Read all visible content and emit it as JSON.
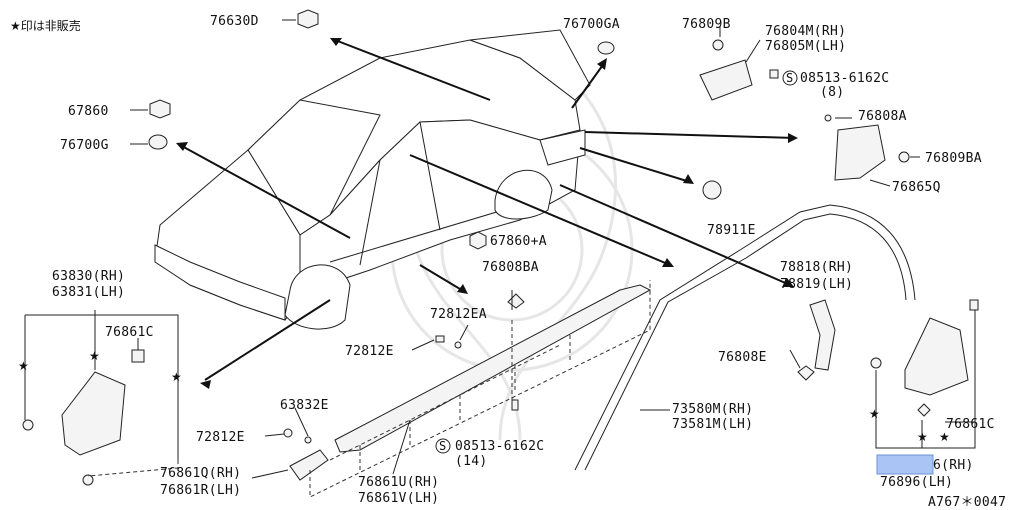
{
  "note": "★印は非販売",
  "drawing_no": "A767＊0047",
  "parts": {
    "p76630D": "76630D",
    "p76700GA": "76700GA",
    "p76809B": "76809B",
    "p76804M": "76804M(RH)",
    "p76805M": "76805M(LH)",
    "p08513_8": "08513-6162C",
    "p08513_8q": "(8)",
    "p67860": "67860",
    "p76700G": "76700G",
    "p76808A": "76808A",
    "p76809BA": "76809BA",
    "p76865Q": "76865Q",
    "p78911E": "78911E",
    "p67860A": "67860+A",
    "p63830": "63830(RH)",
    "p63831": "63831(LH)",
    "p76861C_l": "76861C",
    "p76808BA": "76808BA",
    "p78818": "78818(RH)",
    "p78819": "78819(LH)",
    "p72812EA": "72812EA",
    "p72812E_a": "72812E",
    "p76808E": "76808E",
    "p73580M": "73580M(RH)",
    "p73581M": "73581M(LH)",
    "p63832E": "63832E",
    "p72812E_b": "72812E",
    "p08513_14": "08513-6162C",
    "p08513_14q": "(14)",
    "p76861C_r": "76861C",
    "p76861Q": "76861Q(RH)",
    "p76861R": "76861R(LH)",
    "p76861U": "76861U(RH)",
    "p76861V": "76861V(LH)",
    "p76895": "6(RH)",
    "p76896": "76896(LH)"
  },
  "star": "★",
  "screw_symbol": "S"
}
